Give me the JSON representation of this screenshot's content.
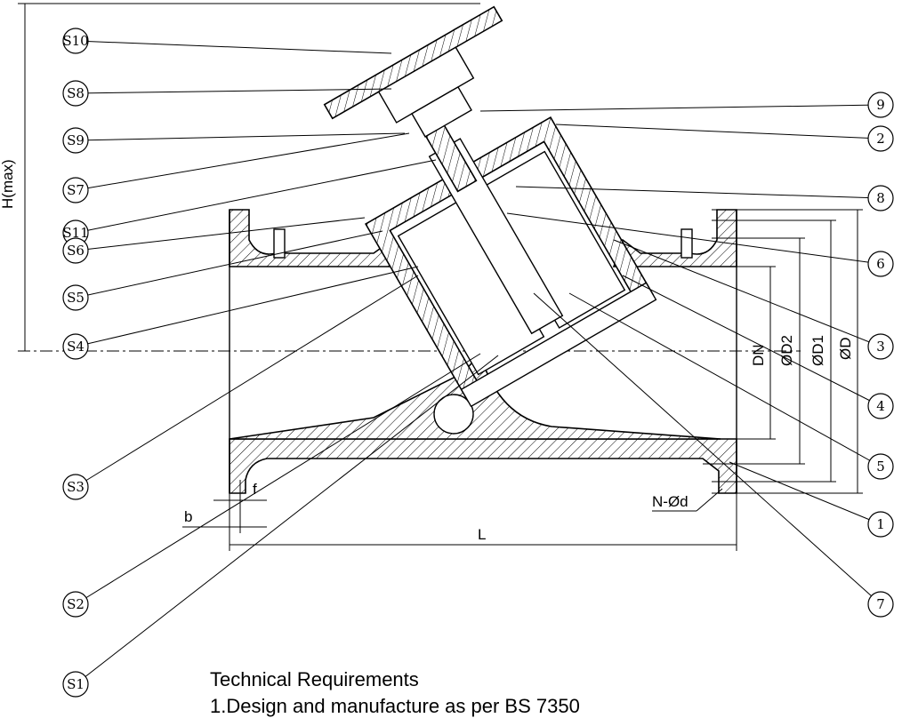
{
  "left_callouts": [
    "S10",
    "S8",
    "S9",
    "S7",
    "S11",
    "S6",
    "S5",
    "S4",
    "S3",
    "S2",
    "S1"
  ],
  "right_callouts": [
    "9",
    "2",
    "8",
    "6",
    "3",
    "4",
    "5",
    "1",
    "7"
  ],
  "dimensions": {
    "height": "H(max)",
    "dn": "DN",
    "d2": "ØD2",
    "d1": "ØD1",
    "d": "ØD",
    "f": "f",
    "b": "b",
    "length": "L",
    "bolt_holes": "N-Ød"
  },
  "notes": {
    "title": "Technical Requirements",
    "item_1": "1.Design and manufacture as per BS 7350"
  }
}
